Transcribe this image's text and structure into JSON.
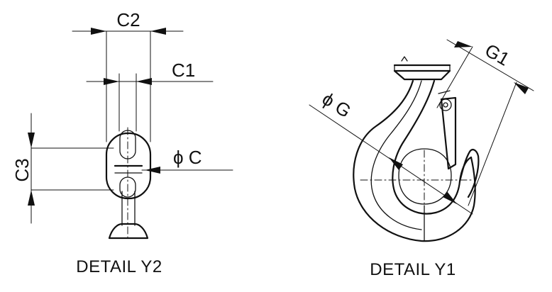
{
  "detail_y2": {
    "caption": "DETAIL Y2",
    "labels": {
      "c2": "C2",
      "c1": "C1",
      "c3": "C3",
      "phi_c": "ϕ C"
    }
  },
  "detail_y1": {
    "caption": "DETAIL Y1",
    "labels": {
      "g1": "G1",
      "phi_g": "ϕ G"
    }
  }
}
